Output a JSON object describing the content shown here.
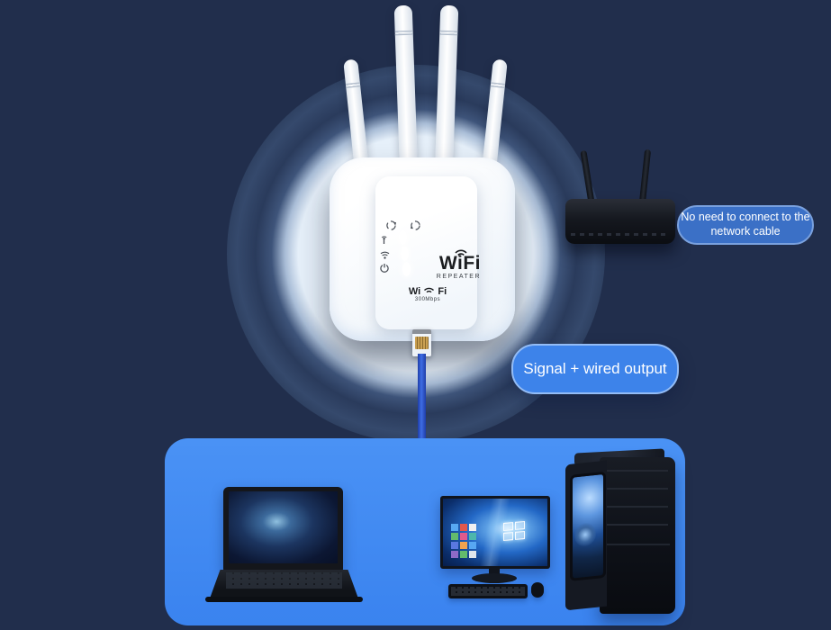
{
  "scene": {
    "background_color": "#212E4C",
    "panel_color": "#4089F3",
    "callout_primary_color": "#3D83EA",
    "callout_secondary_color": "#3B70C6",
    "cable_color": "#2B55CC",
    "glow_color": "#E9F2FB"
  },
  "repeater": {
    "logo_primary": "WiFi",
    "logo_secondary": "REPEATER",
    "badge_left": "Wi",
    "badge_right": "Fi",
    "badge_speed": "300Mbps",
    "leds": [
      "mode-a",
      "mode-b",
      "signal",
      "wlan",
      "power"
    ]
  },
  "callouts": {
    "router_note": "No need to connect to the network cable",
    "output_note": "Signal + wired output"
  },
  "devices": [
    "router",
    "wifi-repeater",
    "laptop",
    "desktop-monitor",
    "keyboard",
    "mouse",
    "pc-tower"
  ]
}
